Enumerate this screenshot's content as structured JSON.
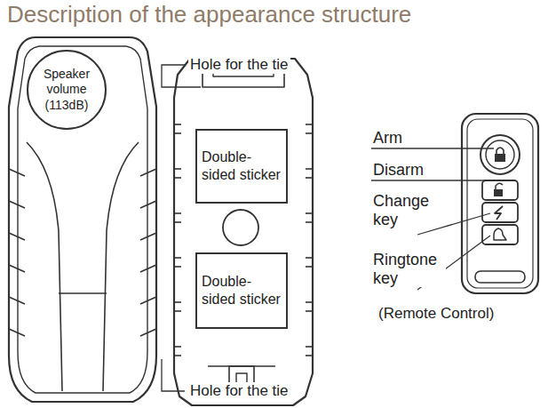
{
  "diagram": {
    "title": "Description of the appearance structure",
    "nodes": [
      {
        "text": [
          "Speaker volume (113dB)"
        ]
      },
      {
        "text": [
          "Double-sided sticker"
        ]
      },
      {
        "text": [
          "Double-sided sticker"
        ]
      }
    ],
    "labels": [
      "Hole for the tie",
      "Hole for the tie",
      "Arm",
      "Disarm",
      "Change key",
      "Ringtone key",
      "(Remote Control)"
    ]
  }
}
